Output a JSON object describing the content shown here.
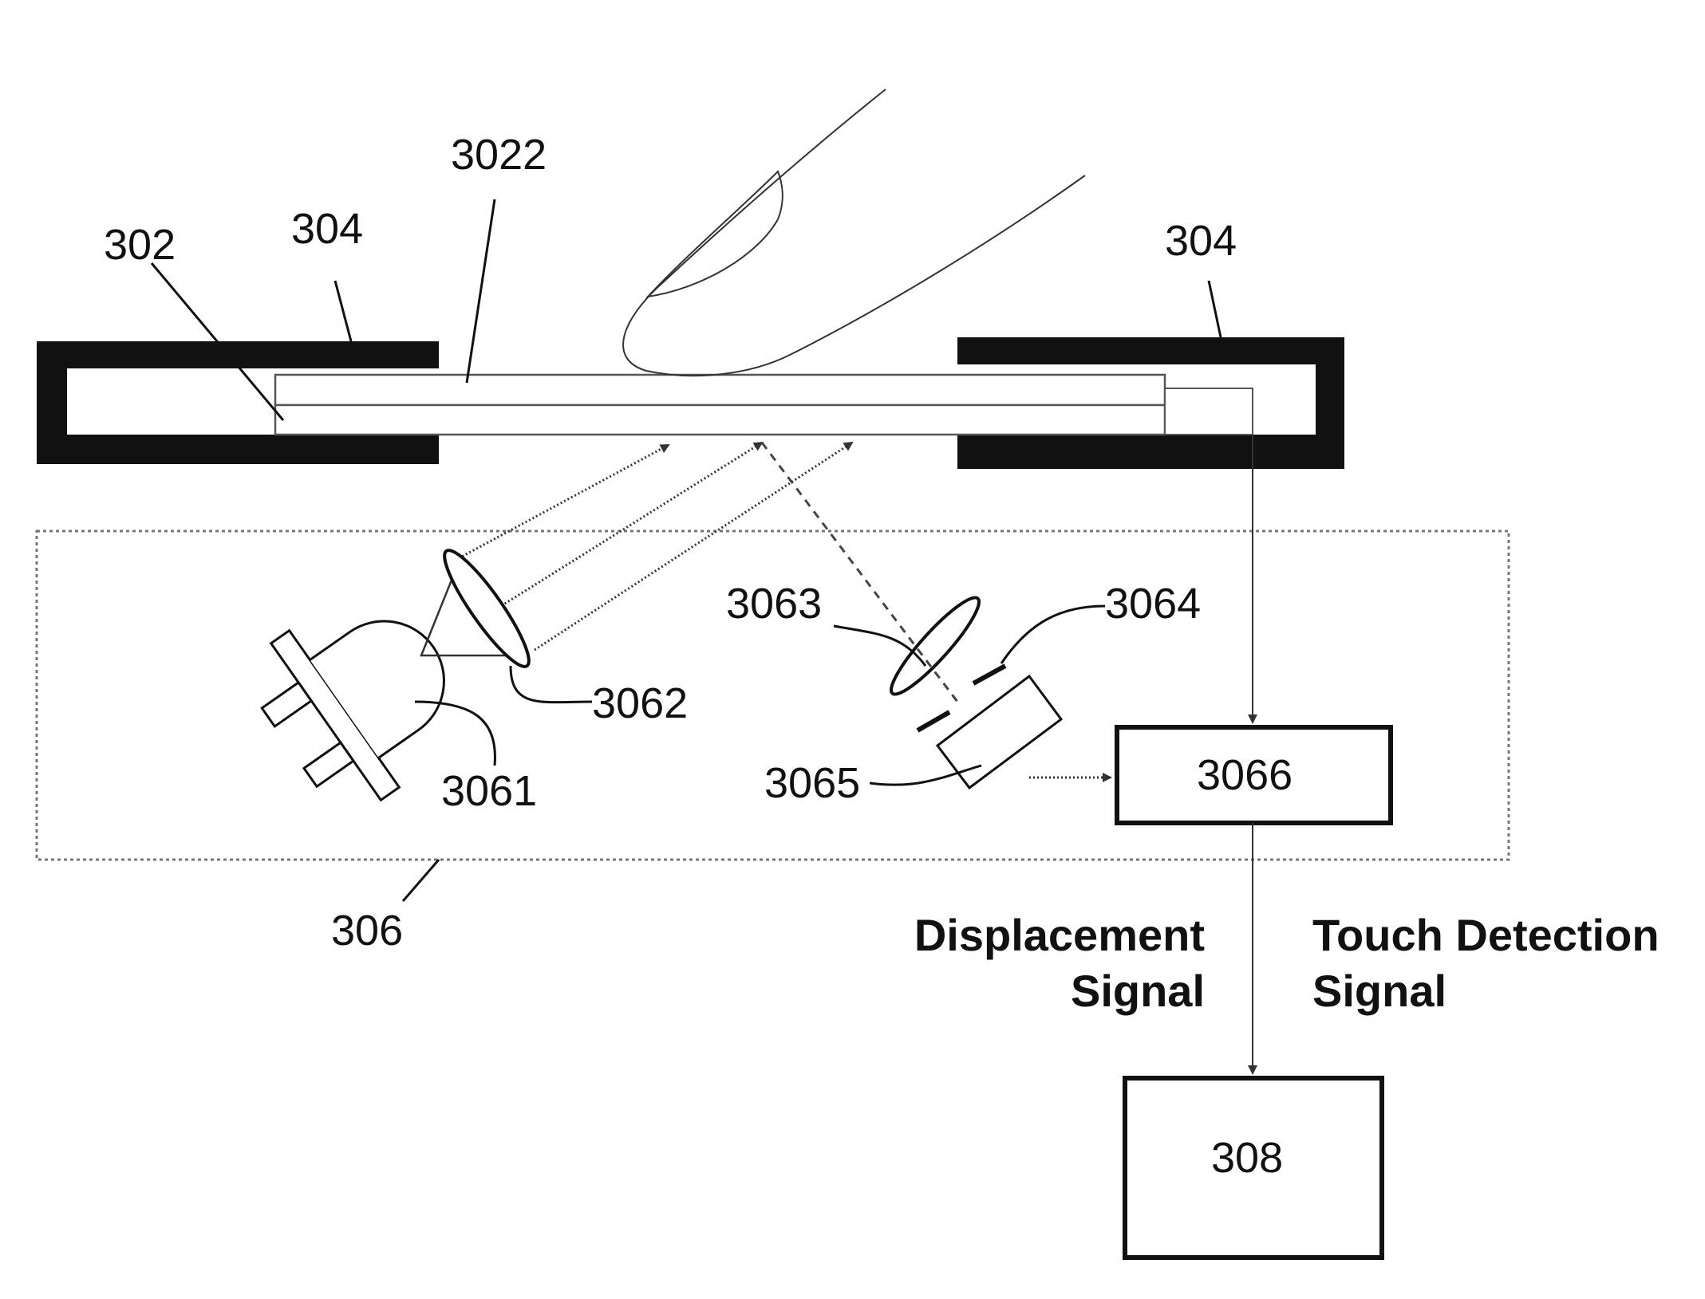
{
  "labels": {
    "screen": "302",
    "bezel_left": "304",
    "bezel_right": "304",
    "surface_layer": "3022",
    "sensing_module": "306",
    "light_source": "3061",
    "collimating_lens": "3062",
    "imaging_lens": "3063",
    "aperture": "3064",
    "image_sensor": "3065",
    "processor": "3066",
    "host": "308"
  },
  "signals": {
    "displacement_line1": "Displacement",
    "displacement_line2": "Signal",
    "touch_line1": "Touch Detection",
    "touch_line2": "Signal"
  },
  "colors": {
    "ink": "#111111",
    "bezel": "#111111",
    "background": "#ffffff"
  }
}
